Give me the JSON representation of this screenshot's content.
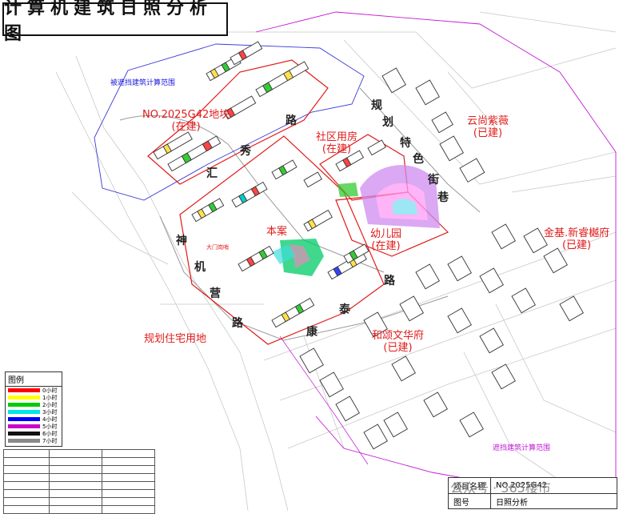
{
  "title": "计算机建筑日照分析图",
  "labels": {
    "blue_top": "被遮挡建筑计算范围",
    "magenta_bottom": "遮挡建筑计算范围",
    "plot_2025": "NO.2025G42地块\n(在建)",
    "community": "社区用房\n(在建)",
    "yunshang": "云尚紫薇\n(已建)",
    "benan": "本案",
    "kindergarten": "幼儿园\n(在建)",
    "jinji": "金基.新睿樾府\n(已建)",
    "hesong": "和颂文华府\n(已建)",
    "planned": "规划住宅用地",
    "gate": "大门岗哨"
  },
  "roads": [
    "汇",
    "秀",
    "路",
    "规",
    "划",
    "特",
    "色",
    "街",
    "巷",
    "神",
    "机",
    "营",
    "路",
    "路",
    "泰",
    "康"
  ],
  "legend": {
    "title": "图例",
    "items": [
      {
        "label": "0小时",
        "color": "#ff0000"
      },
      {
        "label": "1小时",
        "color": "#ffff00"
      },
      {
        "label": "2小时",
        "color": "#00cc00"
      },
      {
        "label": "3小时",
        "color": "#00e5e5"
      },
      {
        "label": "4小时",
        "color": "#0000ff"
      },
      {
        "label": "5小时",
        "color": "#cc00cc"
      },
      {
        "label": "6小时",
        "color": "#111111"
      },
      {
        "label": "7小时",
        "color": "#888888"
      }
    ]
  },
  "title_block": {
    "project_prefix": "项目名称",
    "code": "NO.2025G42",
    "drawing_no_label": "图号",
    "drawing_name": "日照分析"
  },
  "watermark": "公众号 · 365楼市",
  "colors": {
    "red": "#e11b1b",
    "magenta": "#c21ad4",
    "blue": "#2a2ad6"
  }
}
